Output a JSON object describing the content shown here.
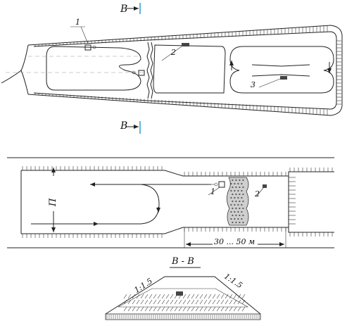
{
  "top_view": {
    "section_mark_top": "B",
    "section_mark_bottom": "B",
    "equipment_labels": [
      "1",
      "2",
      "3"
    ]
  },
  "middle_view": {
    "width_label": "П",
    "equipment_labels": [
      "1",
      "2"
    ],
    "distance_label": "30 ... 50 м"
  },
  "cross_section": {
    "title": "B - B",
    "slope_left": "1:1.5",
    "slope_right": "1:1.5"
  }
}
